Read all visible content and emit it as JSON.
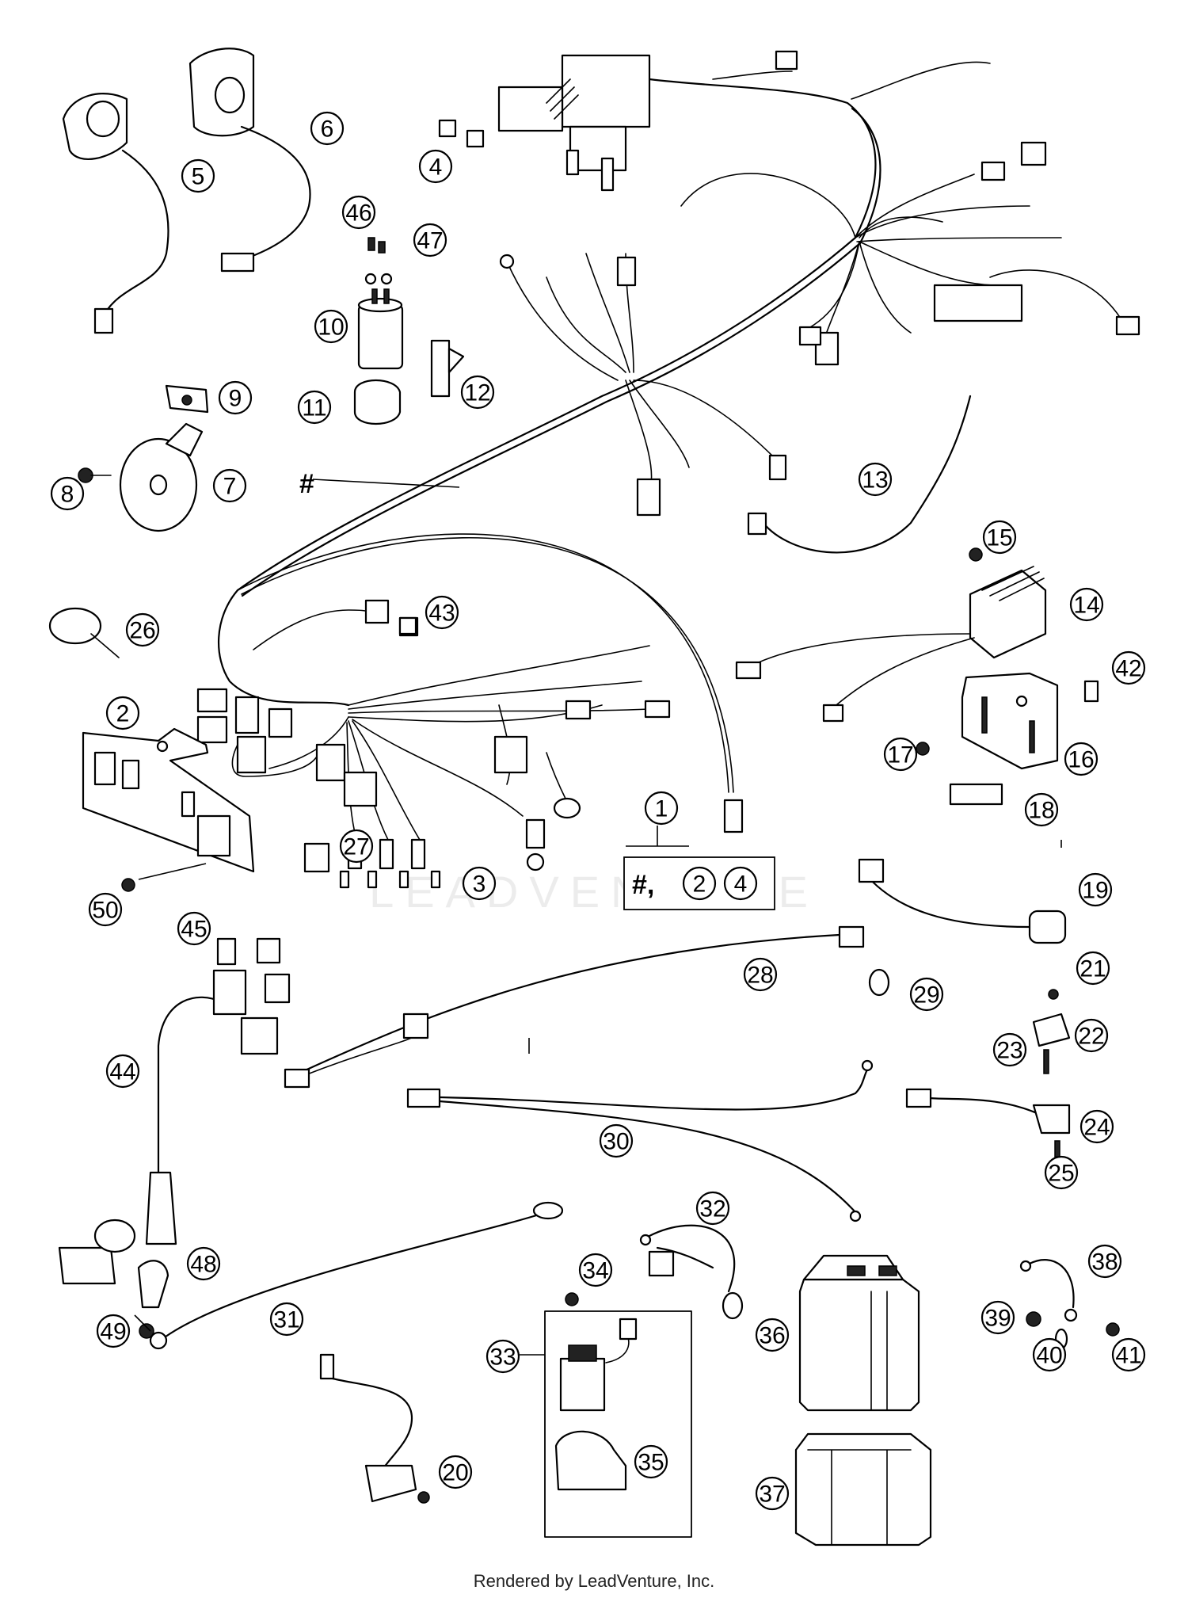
{
  "watermark": "LEADVENTURE",
  "footer": "Rendered by LeadVenture, Inc.",
  "hash_marker": "#",
  "kit_group": {
    "label": "1",
    "contents_hash": "#,",
    "contents_items": [
      "2",
      "4"
    ]
  },
  "callouts": [
    "2",
    "3",
    "4",
    "5",
    "6",
    "7",
    "8",
    "9",
    "10",
    "11",
    "12",
    "13",
    "14",
    "15",
    "16",
    "17",
    "18",
    "19",
    "20",
    "21",
    "22",
    "23",
    "24",
    "25",
    "26",
    "27",
    "28",
    "29",
    "30",
    "31",
    "32",
    "33",
    "34",
    "35",
    "36",
    "37",
    "38",
    "39",
    "40",
    "41",
    "42",
    "43",
    "44",
    "45",
    "46",
    "47",
    "48",
    "49",
    "50"
  ]
}
